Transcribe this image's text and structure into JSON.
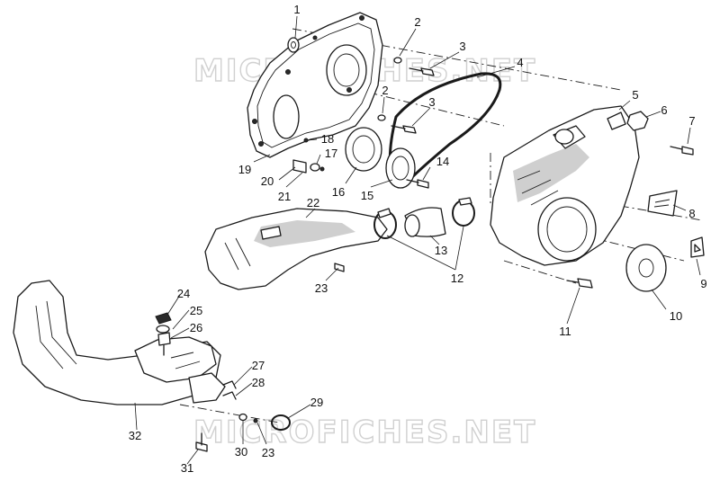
{
  "watermarks": [
    "MICROFICHES.NET",
    "MICROFICHES.NET"
  ],
  "callouts": [
    "1",
    "2",
    "3",
    "4",
    "5",
    "6",
    "7",
    "2",
    "3",
    "18",
    "17",
    "19",
    "20",
    "21",
    "16",
    "15",
    "14",
    "22",
    "8",
    "13",
    "12",
    "9",
    "23",
    "10",
    "11",
    "24",
    "25",
    "26",
    "27",
    "28",
    "29",
    "32",
    "30",
    "23",
    "31"
  ]
}
